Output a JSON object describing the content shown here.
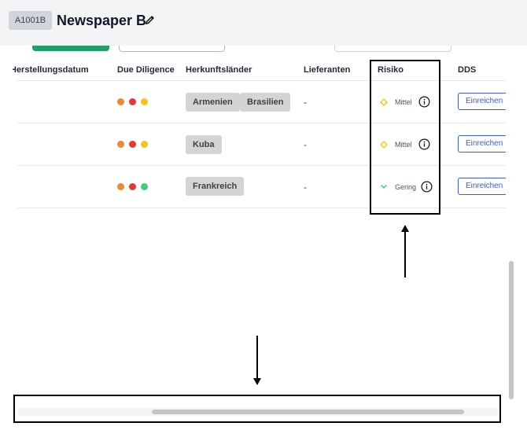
{
  "header": {
    "id_badge": "A1001B",
    "title": "Newspaper B",
    "edit_icon": "pencil-icon"
  },
  "table": {
    "columns": [
      "Herstellungsdatum",
      "Due Diligence",
      "Herkunftsländer",
      "Lieferanten",
      "Risiko",
      "DDS"
    ],
    "rows": [
      {
        "due_diligence": [
          "orange",
          "red",
          "yellow"
        ],
        "countries": [
          "Armenien",
          "Brasilien"
        ],
        "suppliers": "-",
        "risk": {
          "label": "Mittel",
          "icon": "diamond-icon",
          "color": "#f5c400"
        },
        "dds_button": "Einreichen"
      },
      {
        "due_diligence": [
          "orange",
          "red",
          "yellow"
        ],
        "countries": [
          "Kuba"
        ],
        "suppliers": "-",
        "risk": {
          "label": "Mittel",
          "icon": "diamond-icon",
          "color": "#f5c400"
        },
        "dds_button": "Einreichen"
      },
      {
        "due_diligence": [
          "orange",
          "red",
          "green"
        ],
        "countries": [
          "Frankreich"
        ],
        "suppliers": "-",
        "risk": {
          "label": "Gering",
          "icon": "chevron-down-icon",
          "color": "#34c759"
        },
        "dds_button": "Einreichen"
      }
    ]
  },
  "colors": {
    "orange": "#f0882d",
    "red": "#e53935",
    "yellow": "#f8c21c",
    "green": "#3dd07a",
    "accent": "#3b5bdb"
  }
}
